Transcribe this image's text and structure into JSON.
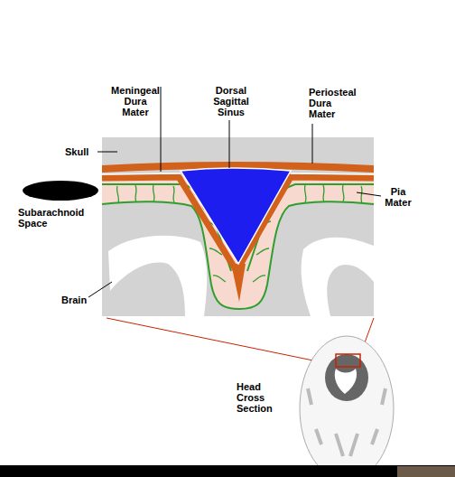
{
  "diagram": {
    "labels": [
      "Meningeal Dura Mater",
      "Dorsal Sagittal Sinus",
      "Periosteal Dura Mater",
      "Skull",
      "Pia Mater",
      "Subarachnoid Space",
      "Brain",
      "Head Cross Section"
    ]
  }
}
